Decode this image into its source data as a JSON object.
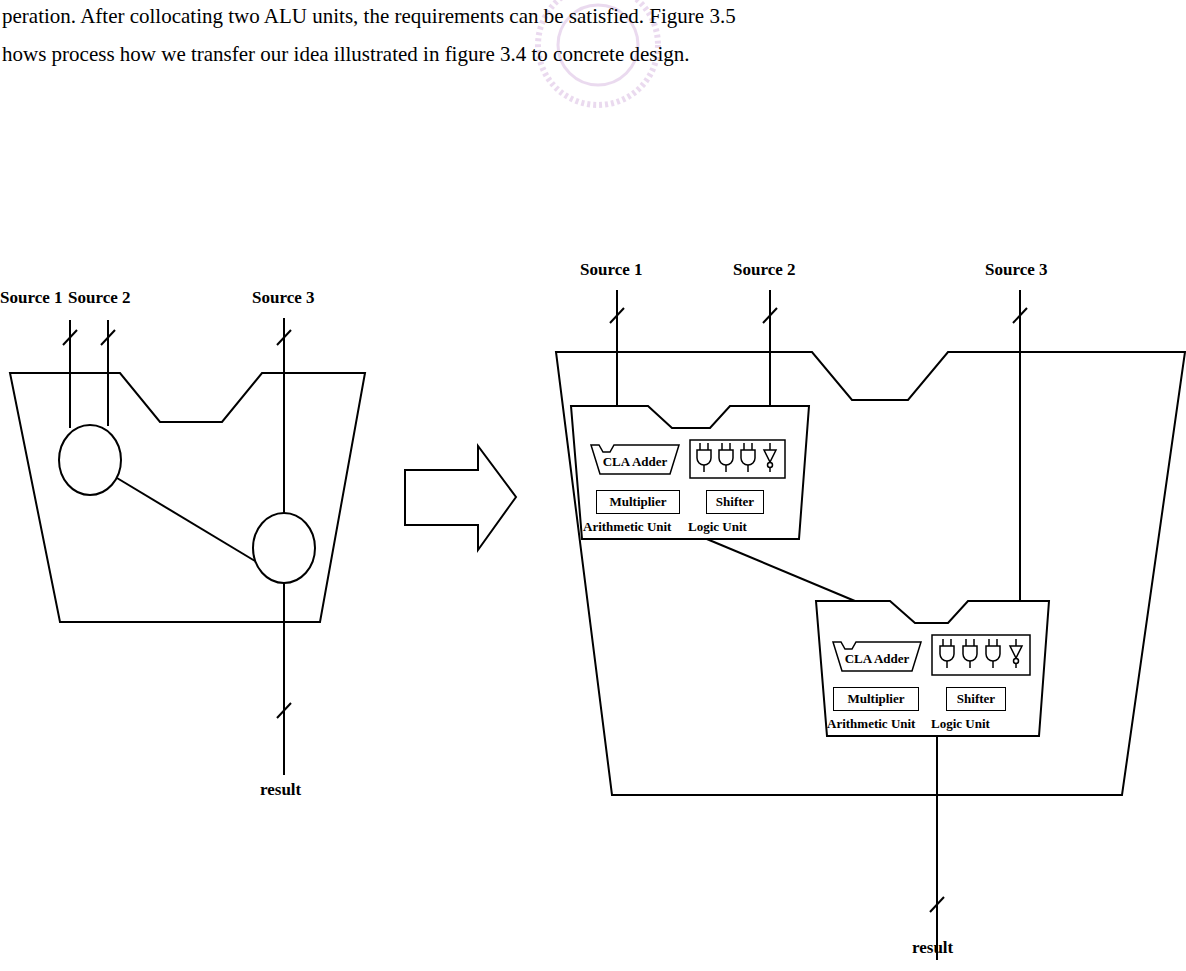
{
  "diagram": {
    "nodes": [
      {
        "text": [
          "Arithmetic Unit",
          "Logic Unit"
        ]
      },
      {
        "text": [
          "CLA Adder"
        ],
        "in": 0
      },
      {
        "text": [
          "Multiplier"
        ],
        "in": 0
      },
      {
        "text": [
          "Shifter"
        ],
        "in": 0
      },
      {
        "text": [
          "Arithmetic Unit",
          "Logic Unit"
        ]
      },
      {
        "text": [
          "CLA Adder"
        ],
        "in": 4
      },
      {
        "text": [
          "Multiplier"
        ],
        "in": 4
      },
      {
        "text": [
          "Shifter"
        ],
        "in": 4
      }
    ],
    "edges": [
      {
        "from": 0,
        "to": 4,
        "arrow": "none"
      }
    ],
    "labels": [
      "peration. After collocating two ALU units, the requirements can be satisfied. Figure 3.5",
      "hows process how we transfer our idea illustrated in figure 3.4 to concrete design.",
      "Source 1",
      "Source 2",
      "Source 3",
      "result",
      "Source 1",
      "Source 2",
      "Source 3",
      "result"
    ]
  }
}
